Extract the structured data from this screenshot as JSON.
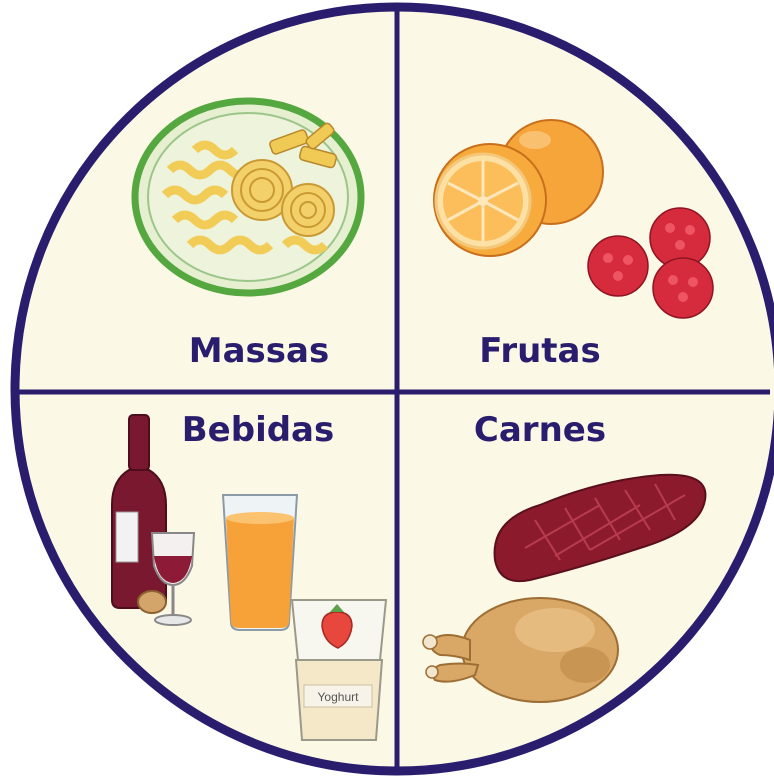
{
  "quadrants": [
    {
      "id": "top-left",
      "label": "Massas"
    },
    {
      "id": "top-right",
      "label": "Frutas"
    },
    {
      "id": "bottom-left",
      "label": "Bebidas"
    },
    {
      "id": "bottom-right",
      "label": "Carnes"
    }
  ],
  "items": {
    "yoghurt_label": "Yoghurt"
  },
  "colors": {
    "circle_fill": "#fcf8e6",
    "outline": "#2a1d6e",
    "label_text": "#2a1d6e",
    "plate_rim": "#55a83f",
    "pasta": "#f1cd58",
    "orange": "#f6a53a",
    "raspberry": "#d62b3c",
    "wine": "#7a1830",
    "juice": "#f6a238",
    "steak": "#8b1b2c",
    "chicken": "#d9a866"
  }
}
